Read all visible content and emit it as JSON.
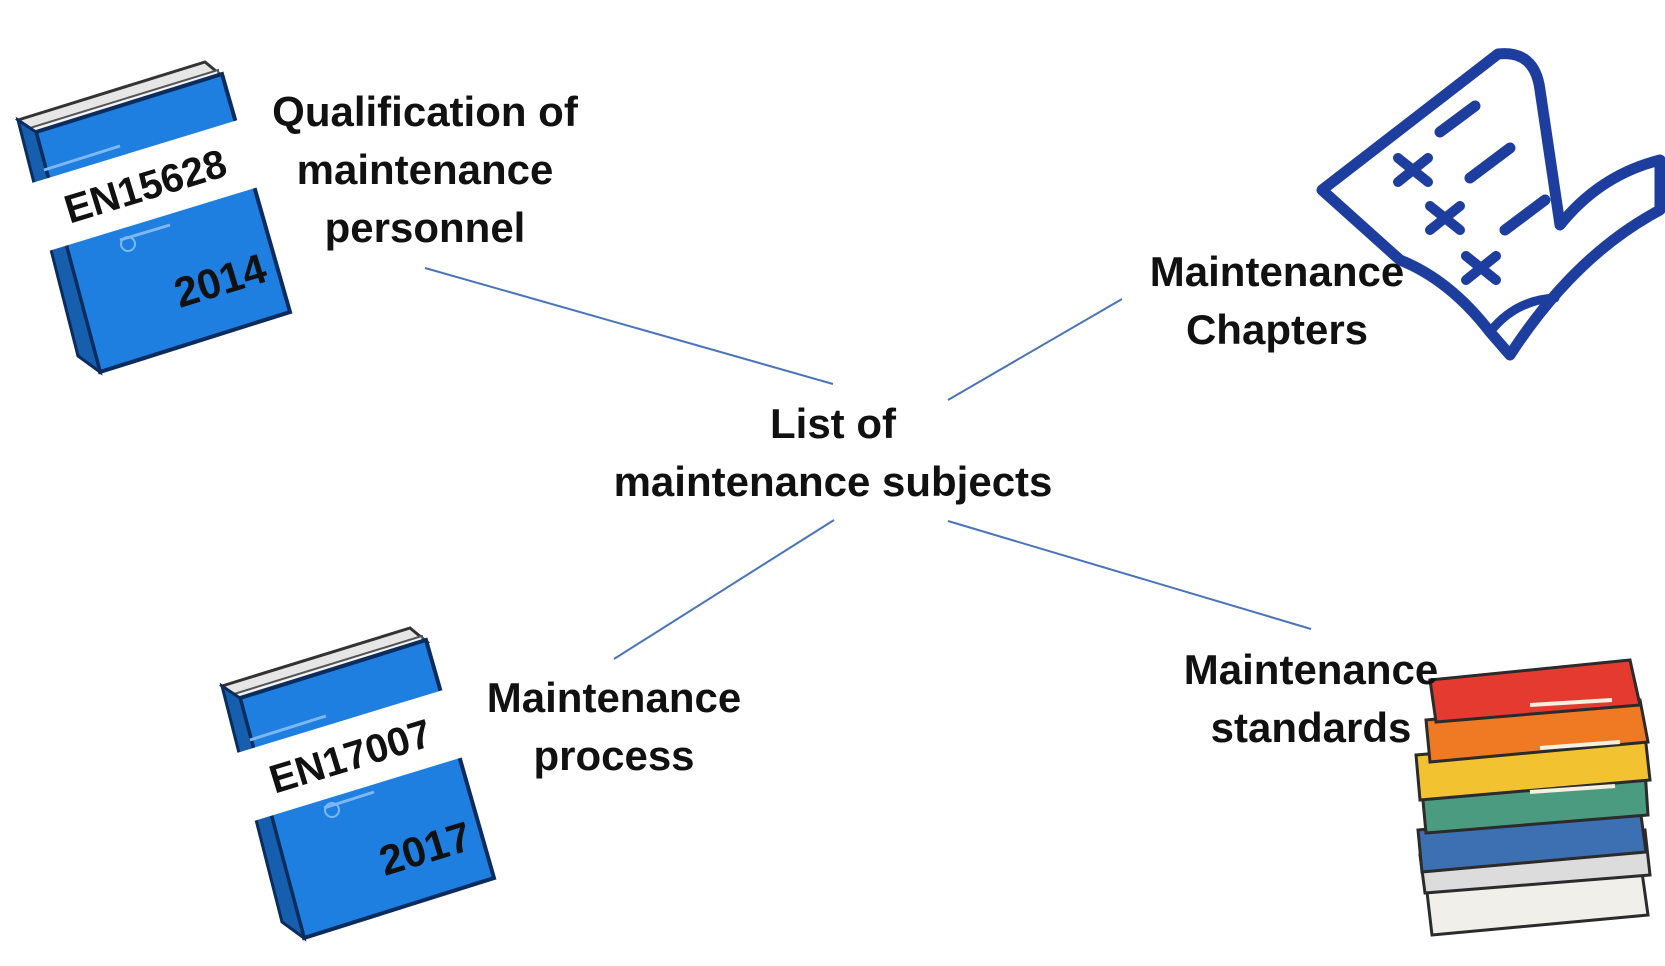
{
  "center": {
    "lines": [
      "List of",
      "maintenance subjects"
    ]
  },
  "nodes": {
    "qualification": {
      "lines": [
        "Qualification of",
        "maintenance",
        "personnel"
      ]
    },
    "chapters": {
      "lines": [
        "Maintenance",
        "Chapters"
      ]
    },
    "process": {
      "lines": [
        "Maintenance",
        "process"
      ]
    },
    "standards": {
      "lines": [
        "Maintenance",
        "standards"
      ]
    }
  },
  "books": {
    "en15628": {
      "code": "EN15628",
      "year": "2014",
      "icon": "blue-book-icon"
    },
    "en17007": {
      "code": "EN17007",
      "year": "2017",
      "icon": "blue-book-icon"
    }
  },
  "icons": {
    "chapters": "document-list-icon",
    "standards": "book-stack-icon"
  },
  "colors": {
    "connector": "#4a74b8",
    "book": "#1e7fe0",
    "scroll": "#1d3e9e"
  }
}
